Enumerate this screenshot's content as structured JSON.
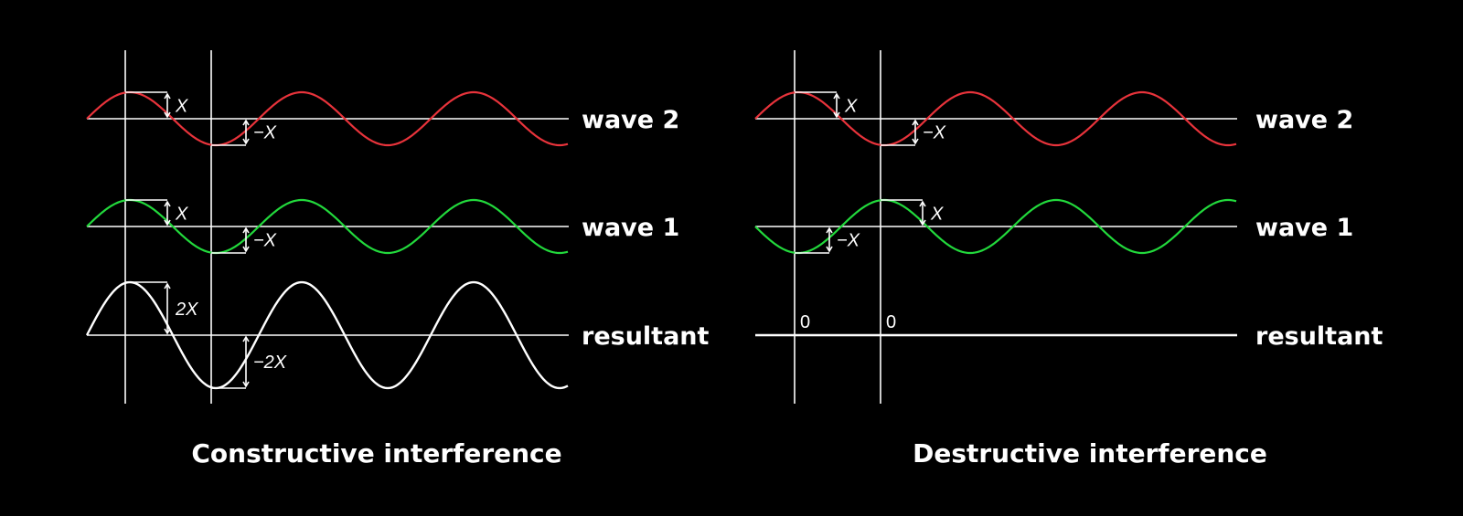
{
  "colors": {
    "background": "#000000",
    "wave2": "#e8333b",
    "wave1": "#22d93c",
    "resultant": "#ffffff",
    "axis": "#ffffff"
  },
  "panels": [
    {
      "id": "constructive",
      "caption": "Constructive interference",
      "waves": [
        {
          "key": "wave2",
          "label": "wave 2",
          "amplitude": 1,
          "phase": "in-phase",
          "color": "#e8333b",
          "peak_label": "X",
          "trough_label": "−X"
        },
        {
          "key": "wave1",
          "label": "wave 1",
          "amplitude": 1,
          "phase": "in-phase",
          "color": "#22d93c",
          "peak_label": "X",
          "trough_label": "−X"
        },
        {
          "key": "resultant",
          "label": "resultant",
          "amplitude": 2,
          "phase": "in-phase",
          "color": "#ffffff",
          "peak_label": "2X",
          "trough_label": "−2X"
        }
      ]
    },
    {
      "id": "destructive",
      "caption": "Destructive interference",
      "waves": [
        {
          "key": "wave2",
          "label": "wave 2",
          "amplitude": 1,
          "phase": "in-phase",
          "color": "#e8333b",
          "peak_label": "X",
          "trough_label": "−X"
        },
        {
          "key": "wave1",
          "label": "wave 1",
          "amplitude": 1,
          "phase": "inverted",
          "color": "#22d93c",
          "peak_label": "X",
          "trough_label": "−X"
        },
        {
          "key": "resultant",
          "label": "resultant",
          "amplitude": 0,
          "phase": "flat",
          "color": "#ffffff",
          "zero_labels": [
            "0",
            "0"
          ]
        }
      ]
    }
  ]
}
